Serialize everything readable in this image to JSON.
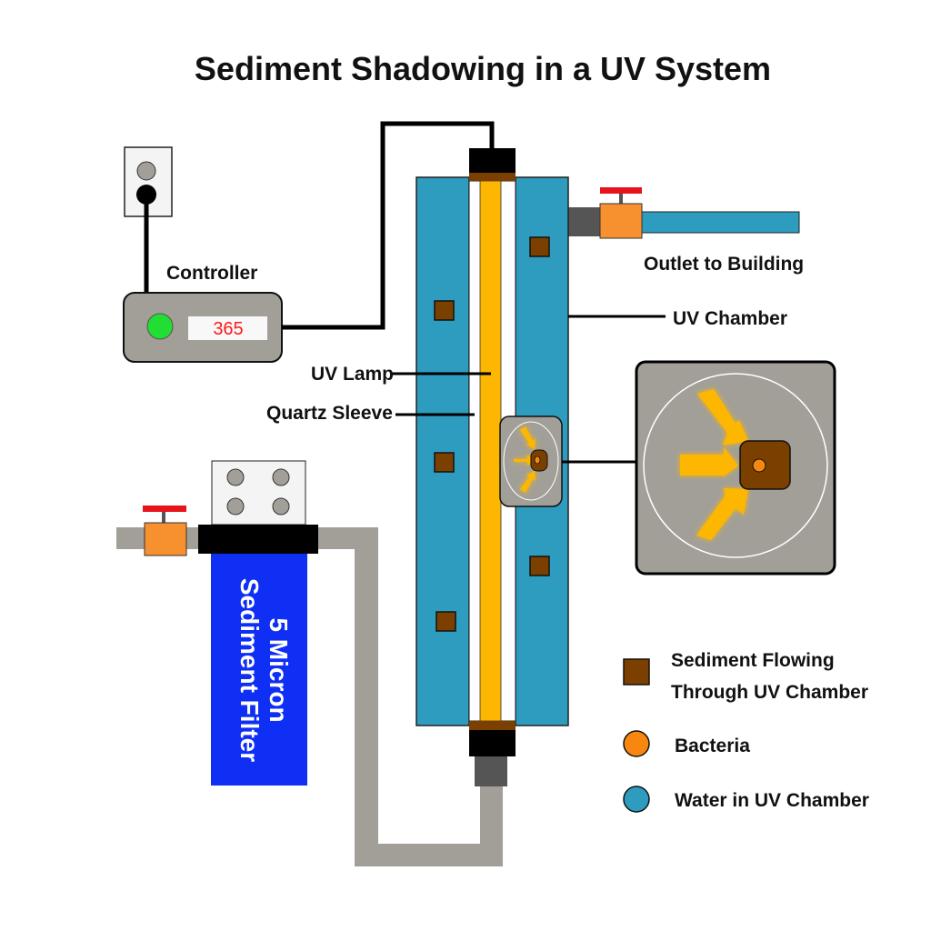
{
  "title": "Sediment Shadowing in a UV System",
  "labels": {
    "controller": "Controller",
    "controller_display": "365",
    "outlet": "Outlet to Building",
    "uv_chamber": "UV Chamber",
    "uv_lamp": "UV Lamp",
    "quartz_sleeve": "Quartz Sleeve",
    "filter_line1": "5 Micron",
    "filter_line2": "Sediment Filter"
  },
  "legend": [
    {
      "line1": "Sediment Flowing",
      "line2": "Through UV Chamber",
      "icon": "brown-square"
    },
    {
      "line1": "Bacteria",
      "icon": "orange-circle"
    },
    {
      "line1": "Water in UV Chamber",
      "icon": "blue-circle"
    }
  ],
  "colors": {
    "water": "#2e9cbf",
    "lamp": "#fdb700",
    "sediment": "#7b3f00",
    "bacteria": "#f7870f",
    "filter": "#0f2ff5",
    "pipe": "#a29f98",
    "valve": "#f7902f",
    "handle": "#e8141c",
    "indicator": "#22dd33"
  }
}
